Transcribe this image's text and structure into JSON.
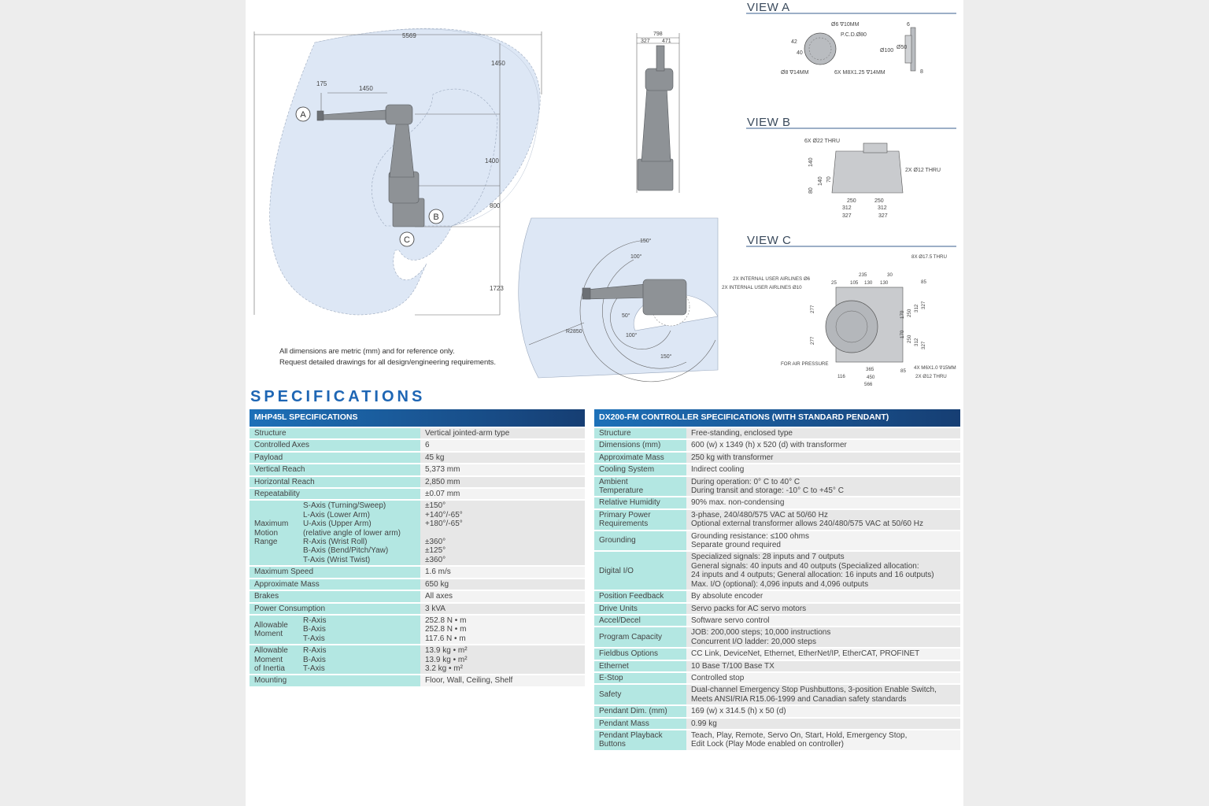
{
  "drawings": {
    "main_side": {
      "dims": [
        "5569",
        "1450",
        "175",
        "1450",
        "1400",
        "800",
        "1723"
      ],
      "markers": [
        "A",
        "B",
        "C"
      ]
    },
    "front": {
      "dims": [
        "798",
        "327",
        "471"
      ]
    },
    "top": {
      "angles": [
        "150°",
        "100°",
        "50°",
        "100°",
        "150°"
      ],
      "radius": "R2850"
    },
    "notes": [
      "All dimensions are metric (mm) and for reference only.",
      "Request detailed drawings for all design/engineering requirements."
    ],
    "view_a": {
      "title": "VIEW A",
      "labels": [
        "Ø6 ∇10MM",
        "P.C.D.Ø80",
        "42",
        "40",
        "Ø8 ∇14MM",
        "6X M8X1.25 ∇14MM",
        "6",
        "Ø100",
        "Ø50",
        "8"
      ]
    },
    "view_b": {
      "title": "VIEW B",
      "labels": [
        "6X Ø22 THRU",
        "2X Ø12 THRU",
        "140",
        "140",
        "80",
        "70",
        "250",
        "250",
        "312",
        "312",
        "327",
        "327"
      ]
    },
    "view_c": {
      "title": "VIEW C",
      "labels": [
        "8X Ø17.5 THRU",
        "2X INTERNAL USER AIRLINES Ø6",
        "2X INTERNAL USER AIRLINES Ø10",
        "235",
        "30",
        "25",
        "105",
        "130",
        "130",
        "85",
        "277",
        "277",
        "170",
        "250",
        "312",
        "327",
        "170",
        "250",
        "312",
        "327",
        "FOR AIR PRESSURE",
        "365",
        "85",
        "116",
        "450",
        "566",
        "4X M6X1.0 ∇15MM",
        "2X Ø12 THRU"
      ]
    }
  },
  "specifications_title": "SPECIFICATIONS",
  "robot": {
    "header": "MHP45L SPECIFICATIONS",
    "rows": [
      {
        "label": "Structure",
        "value": "Vertical jointed-arm type"
      },
      {
        "label": "Controlled Axes",
        "value": "6"
      },
      {
        "label": "Payload",
        "value": "45 kg"
      },
      {
        "label": "Vertical Reach",
        "value": "5,373 mm"
      },
      {
        "label": "Horizontal Reach",
        "value": "2,850 mm"
      },
      {
        "label": "Repeatability",
        "value": "±0.07 mm"
      },
      {
        "label": "Maximum\nMotion\nRange",
        "sub": "S-Axis (Turning/Sweep)\nL-Axis (Lower Arm)\nU-Axis (Upper Arm)\n (relative angle of lower arm)\nR-Axis (Wrist Roll)\nB-Axis (Bend/Pitch/Yaw)\nT-Axis (Wrist Twist)",
        "value": "±150°\n+140°/-65°\n+180°/-65°\n\n±360°\n±125°\n±360°"
      },
      {
        "label": "Maximum Speed",
        "value": "1.6 m/s"
      },
      {
        "label": "Approximate Mass",
        "value": "650 kg"
      },
      {
        "label": "Brakes",
        "value": "All axes"
      },
      {
        "label": "Power Consumption",
        "value": "3 kVA"
      },
      {
        "label": "Allowable\nMoment",
        "sub": "R-Axis\nB-Axis\nT-Axis",
        "value": "252.8 N • m\n252.8 N • m\n117.6 N • m"
      },
      {
        "label": "Allowable\nMoment\nof Inertia",
        "sub": "R-Axis\nB-Axis\nT-Axis",
        "value": "13.9 kg • m²\n13.9 kg • m²\n3.2 kg • m²"
      },
      {
        "label": "Mounting",
        "value": "Floor, Wall, Ceiling, Shelf"
      }
    ]
  },
  "controller": {
    "header": "DX200-FM CONTROLLER SPECIFICATIONS (WITH STANDARD PENDANT)",
    "rows": [
      {
        "label": "Structure",
        "value": "Free-standing, enclosed type"
      },
      {
        "label": "Dimensions (mm)",
        "value": "600 (w) x 1349 (h) x 520 (d) with transformer"
      },
      {
        "label": "Approximate Mass",
        "value": "250 kg with transformer"
      },
      {
        "label": "Cooling System",
        "value": "Indirect cooling"
      },
      {
        "label": "Ambient\nTemperature",
        "value": "During operation: 0° C to 40° C\nDuring transit and storage: -10° C to +45° C"
      },
      {
        "label": "Relative Humidity",
        "value": "90% max. non-condensing"
      },
      {
        "label": "Primary Power\nRequirements",
        "value": "3-phase, 240/480/575 VAC at 50/60 Hz\nOptional external transformer allows 240/480/575 VAC at 50/60 Hz"
      },
      {
        "label": "Grounding",
        "value": "Grounding resistance: ≤100 ohms\nSeparate ground required"
      },
      {
        "label": "Digital I/O",
        "value": "Specialized signals: 28 inputs and 7 outputs\nGeneral signals: 40 inputs and 40 outputs (Specialized allocation:\n24 inputs and 4 outputs; General allocation: 16 inputs and 16 outputs)\nMax. I/O (optional): 4,096 inputs and 4,096 outputs"
      },
      {
        "label": "Position Feedback",
        "value": "By absolute encoder"
      },
      {
        "label": "Drive Units",
        "value": "Servo packs for AC servo motors"
      },
      {
        "label": "Accel/Decel",
        "value": "Software servo control"
      },
      {
        "label": "Program Capacity",
        "value": "JOB: 200,000 steps; 10,000 instructions\nConcurrent I/O ladder: 20,000 steps"
      },
      {
        "label": "Fieldbus Options",
        "value": "CC Link, DeviceNet, Ethernet, EtherNet/IP, EtherCAT, PROFINET"
      },
      {
        "label": "Ethernet",
        "value": "10 Base T/100 Base TX"
      },
      {
        "label": "E-Stop",
        "value": "Controlled stop"
      },
      {
        "label": "Safety",
        "value": "Dual-channel Emergency Stop Pushbuttons, 3-position Enable Switch,\nMeets ANSI/RIA R15.06-1999 and Canadian safety standards"
      },
      {
        "label": "Pendant Dim. (mm)",
        "value": "169 (w) x 314.5 (h) x 50 (d)"
      },
      {
        "label": "Pendant Mass",
        "value": "0.99 kg"
      },
      {
        "label": "Pendant Playback\nButtons",
        "value": "Teach, Play, Remote, Servo On, Start, Hold, Emergency Stop,\nEdit Lock (Play Mode enabled on controller)"
      }
    ]
  },
  "colors": {
    "accent": "#1e66b4",
    "header_dark": "#163e73",
    "label_teal": "#b3e7e2",
    "envelope": "#dde7f5",
    "robot_grey": "#8e9296"
  }
}
